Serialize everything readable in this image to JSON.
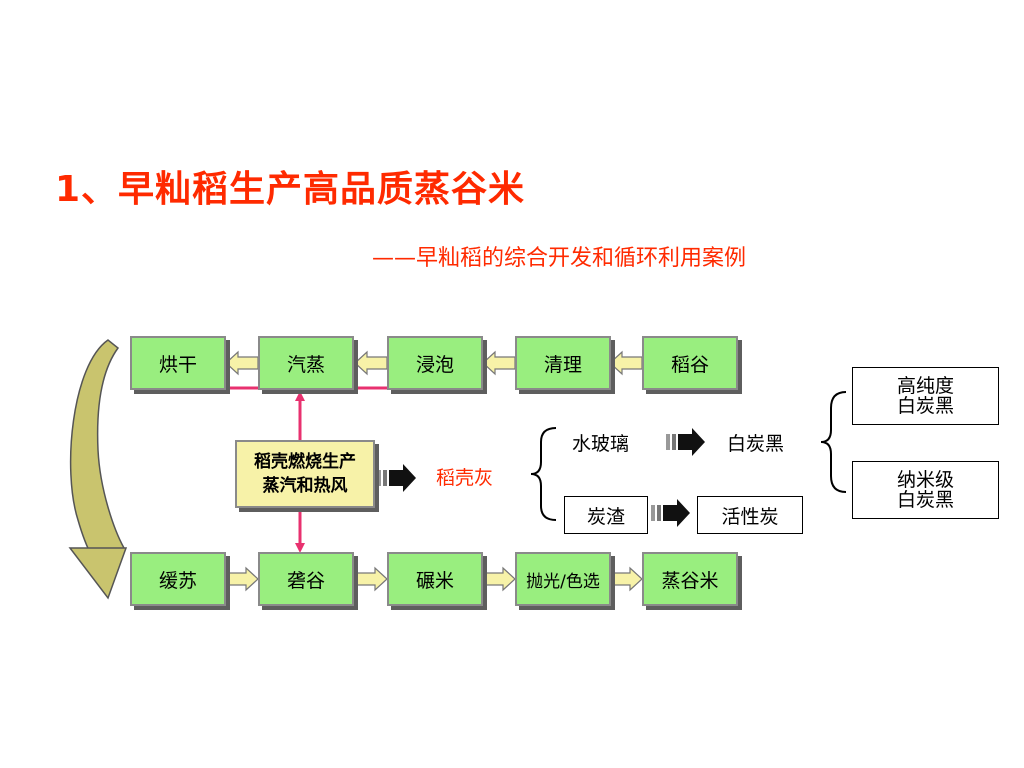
{
  "title": "1、早籼稻生产高品质蒸谷米",
  "subtitle": "——早籼稻的综合开发和循环利用案例",
  "top_row": [
    "烘干",
    "汽蒸",
    "浸泡",
    "清理",
    "稻谷"
  ],
  "bottom_row": [
    "缓苏",
    "砻谷",
    "碾米",
    "抛光/色选",
    "蒸谷米"
  ],
  "center_box": {
    "line1": "稻壳燃烧生产",
    "line2": "蒸汽和热风"
  },
  "husk_ash": "稻壳灰",
  "water_glass": "水玻璃",
  "white_carbon_black": "白炭黑",
  "carbon_residue": "炭渣",
  "activated_carbon": "活性炭",
  "high_purity": {
    "line1": "高纯度",
    "line2": "白炭黑"
  },
  "nano": {
    "line1": "纳米级",
    "line2": "白炭黑"
  },
  "colors": {
    "title": "#ff2a00",
    "green_box": "#99ee7f",
    "yellow_box": "#f7f2a8",
    "pink_arrow": "#e8316f",
    "arrow_fill": "#f7f2a8"
  }
}
